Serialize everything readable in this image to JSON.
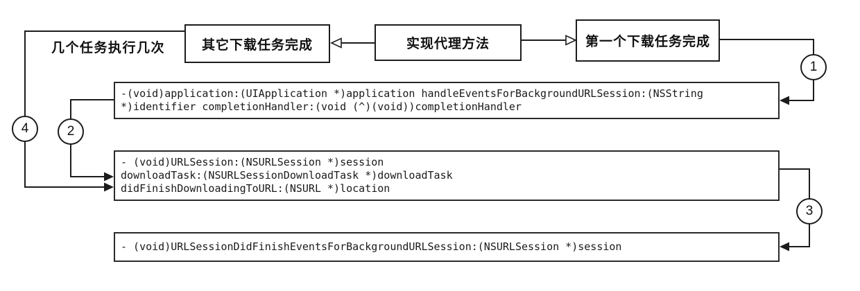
{
  "diagram": {
    "top_label": "几个任务执行几次",
    "nodes": {
      "other_task": "其它下载任务完成",
      "delegate_method": "实现代理方法",
      "first_task": "第一个下载任务完成"
    },
    "step_badges": [
      "1",
      "2",
      "3",
      "4"
    ],
    "code_boxes": [
      {
        "lines": [
          "-(void)application:(UIApplication *)application handleEventsForBackgroundURLSession:(NSString",
          "*)identifier completionHandler:(void (^)(void))completionHandler"
        ]
      },
      {
        "lines": [
          "- (void)URLSession:(NSURLSession *)session",
          "downloadTask:(NSURLSessionDownloadTask *)downloadTask",
          "didFinishDownloadingToURL:(NSURL *)location"
        ]
      },
      {
        "lines": [
          "- (void)URLSessionDidFinishEventsForBackgroundURLSession:(NSURLSession *)session"
        ]
      }
    ],
    "colors": {
      "line": "#1c1c1c",
      "text": "#111111",
      "background": "#ffffff"
    }
  }
}
